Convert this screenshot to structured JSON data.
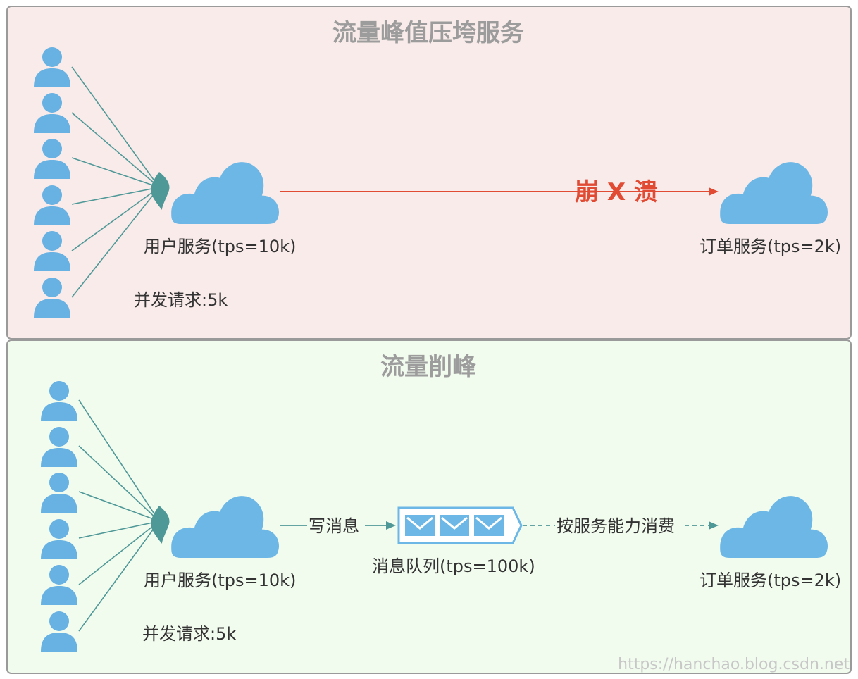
{
  "colors": {
    "top_panel_bg": "#f8ebe9",
    "bottom_panel_bg": "#f1fbee",
    "panel_border": "#9a9a9a",
    "user_icon": "#67b1e3",
    "cloud": "#6cb7e6",
    "link_line": "#4f9898",
    "crash_red": "#e14a33",
    "queue_blue": "#6cb7e6"
  },
  "icons": {
    "user": "user-icon",
    "cloud": "cloud-icon",
    "envelope": "envelope-icon",
    "gateway": "gateway-icon"
  },
  "top_panel": {
    "title": "流量峰值压垮服务",
    "user_service": "用户服务(tps=10k)",
    "order_service": "订单服务(tps=2k)",
    "concurrent": "并发请求:5k",
    "crash": "崩 X 溃"
  },
  "bottom_panel": {
    "title": "流量削峰",
    "user_service": "用户服务(tps=10k)",
    "order_service": "订单服务(tps=2k)",
    "concurrent": "并发请求:5k",
    "write_msg": "写消息",
    "queue": "消息队列(tps=100k)",
    "consume": "按服务能力消费"
  },
  "watermark": "https://hanchao.blog.csdn.net"
}
